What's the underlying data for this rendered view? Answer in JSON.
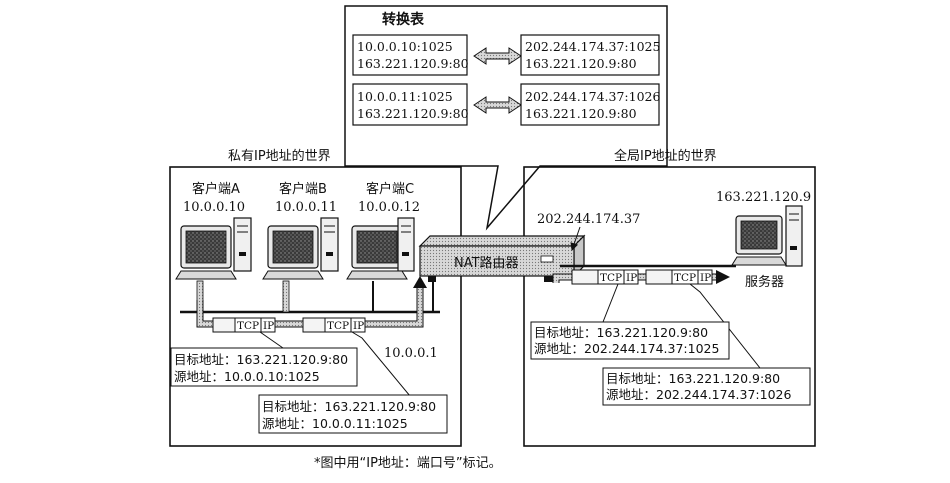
{
  "nat_table": {
    "title": "转换表",
    "rows": [
      {
        "private_dest": "10.0.0.10:1025",
        "private_src": "163.221.120.9:80",
        "global_dest": "202.244.174.37:1025",
        "global_src": "163.221.120.9:80"
      },
      {
        "private_dest": "10.0.0.11:1025",
        "private_src": "163.221.120.9:80",
        "global_dest": "202.244.174.37:1026",
        "global_src": "163.221.120.9:80"
      }
    ]
  },
  "private_world": {
    "title": "私有IP地址的世界",
    "clients": [
      {
        "name": "客户端A",
        "ip": "10.0.0.10"
      },
      {
        "name": "客户端B",
        "ip": "10.0.0.11"
      },
      {
        "name": "客户端C",
        "ip": "10.0.0.12"
      }
    ],
    "router_inner_ip": "10.0.0.1",
    "packet_labels": [
      "TCP",
      "IP"
    ],
    "info_a": {
      "dest": "目标地址：163.221.120.9:80",
      "src": "源地址：10.0.0.10:1025"
    },
    "info_b": {
      "dest": "目标地址：163.221.120.9:80",
      "src": "源地址：10.0.0.11:1025"
    }
  },
  "global_world": {
    "title": "全局IP地址的世界",
    "router_outer_ip": "202.244.174.37",
    "server_ip": "163.221.120.9",
    "server_label": "服务器",
    "info_a": {
      "dest": "目标地址：163.221.120.9:80",
      "src": "源地址：202.244.174.37:1025"
    },
    "info_b": {
      "dest": "目标地址：163.221.120.9:80",
      "src": "源地址：202.244.174.37:1026"
    }
  },
  "router": {
    "label": "NAT路由器"
  },
  "footnote": "*图中用“IP地址：端口号”标记。"
}
